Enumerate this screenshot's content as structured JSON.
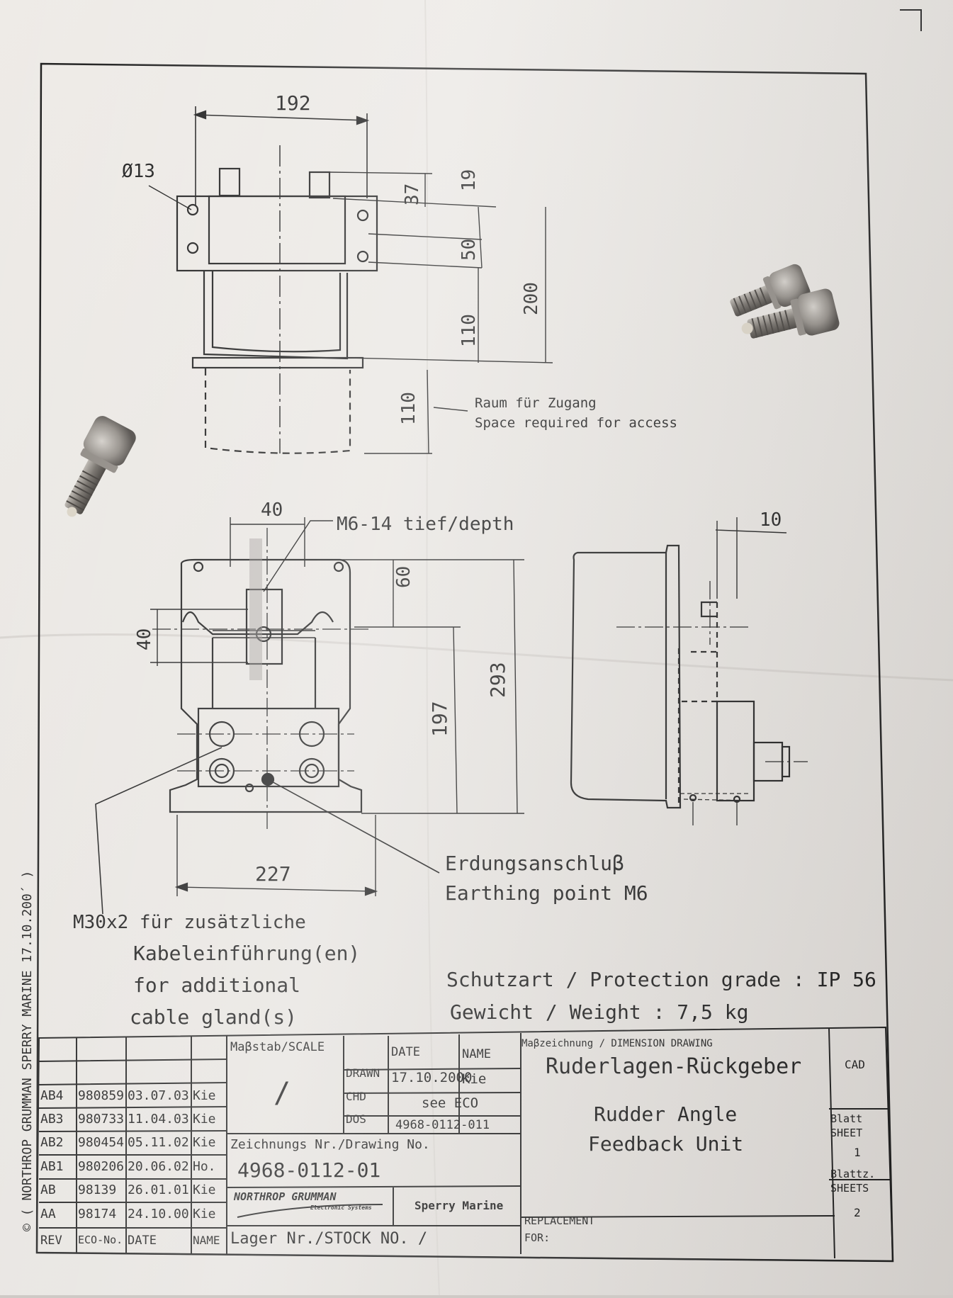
{
  "drawing": {
    "dimensions": {
      "width_top": "192",
      "bolt_hole": "Ø13",
      "d37": "37",
      "d19": "19",
      "d50": "50",
      "d200": "200",
      "d110a": "110",
      "d110b": "110",
      "d40_top": "40",
      "thread": "M6-14 tief/depth",
      "d60": "60",
      "d40_side": "40",
      "d293": "293",
      "d197": "197",
      "d10": "10",
      "d227": "227"
    },
    "access_de": "Raum für Zugang",
    "access_en": "Space required for access",
    "earth_de": "Erdungsanschluβ",
    "earth_en": "Earthing point M6",
    "gland_1": "M30x2 für zusätzliche",
    "gland_2": "Kabeleinführung(en)",
    "gland_3": "for additional",
    "gland_4": "cable gland(s)",
    "protection": "Schutzart / Protection grade : IP 56",
    "weight": "Gewicht / Weight : 7,5 kg",
    "copyright": "© ( NORTHROP GRUMMAN SPERRY MARINE  17.10.200´ )"
  },
  "title_block": {
    "revisions": [
      {
        "rev": "AB4",
        "eco": "980859",
        "date": "03.07.03",
        "name": "Kie"
      },
      {
        "rev": "AB3",
        "eco": "980733",
        "date": "11.04.03",
        "name": "Kie"
      },
      {
        "rev": "AB2",
        "eco": "980454",
        "date": "05.11.02",
        "name": "Kie"
      },
      {
        "rev": "AB1",
        "eco": "980206",
        "date": "20.06.02",
        "name": "Ho."
      },
      {
        "rev": "AB",
        "eco": "98139",
        "date": "26.01.01",
        "name": "Kie"
      },
      {
        "rev": "AA",
        "eco": "98174",
        "date": "24.10.00",
        "name": "Kie"
      }
    ],
    "rev_headers": {
      "rev": "REV",
      "eco": "ECO-No.",
      "date": "DATE",
      "name": "NAME"
    },
    "scale_label": "Maβstab/SCALE",
    "scale_value": "/",
    "date_header": "DATE",
    "name_header": "NAME",
    "drawn_label": "DRAWN",
    "drawn_date": "17.10.2000",
    "drawn_name": "Kie",
    "chd_label": "CHD",
    "chd_value": "see ECO",
    "dos_label": "DOS",
    "dos_value": "4968-0112-011",
    "drawing_no_label": "Zeichnungs Nr./Drawing No.",
    "drawing_no": "4968-0112-01",
    "company": "NORTHROP GRUMMAN",
    "company_sub": "Electronic Systems",
    "brand": "Sperry Marine",
    "stock_label": "Lager Nr./STOCK NO. /",
    "drawing_type": "Maβzeichnung / DIMENSION DRAWING",
    "title_de": "Ruderlagen-Rückgeber",
    "title_en_1": "Rudder Angle",
    "title_en_2": "Feedback Unit",
    "replacement_1": "REPLACEMENT",
    "replacement_2": "FOR:",
    "cad": "CAD",
    "sheet_label_1": "Blatt",
    "sheet_label_2": "SHEET",
    "sheet_value": "1",
    "sheets_label_1": "Blattz.",
    "sheets_label_2": "SHEETS",
    "sheets_value": "2"
  },
  "colors": {
    "paper": "#ebe8e4",
    "ink": "#1b1b1b",
    "background": "#cfcac6"
  }
}
